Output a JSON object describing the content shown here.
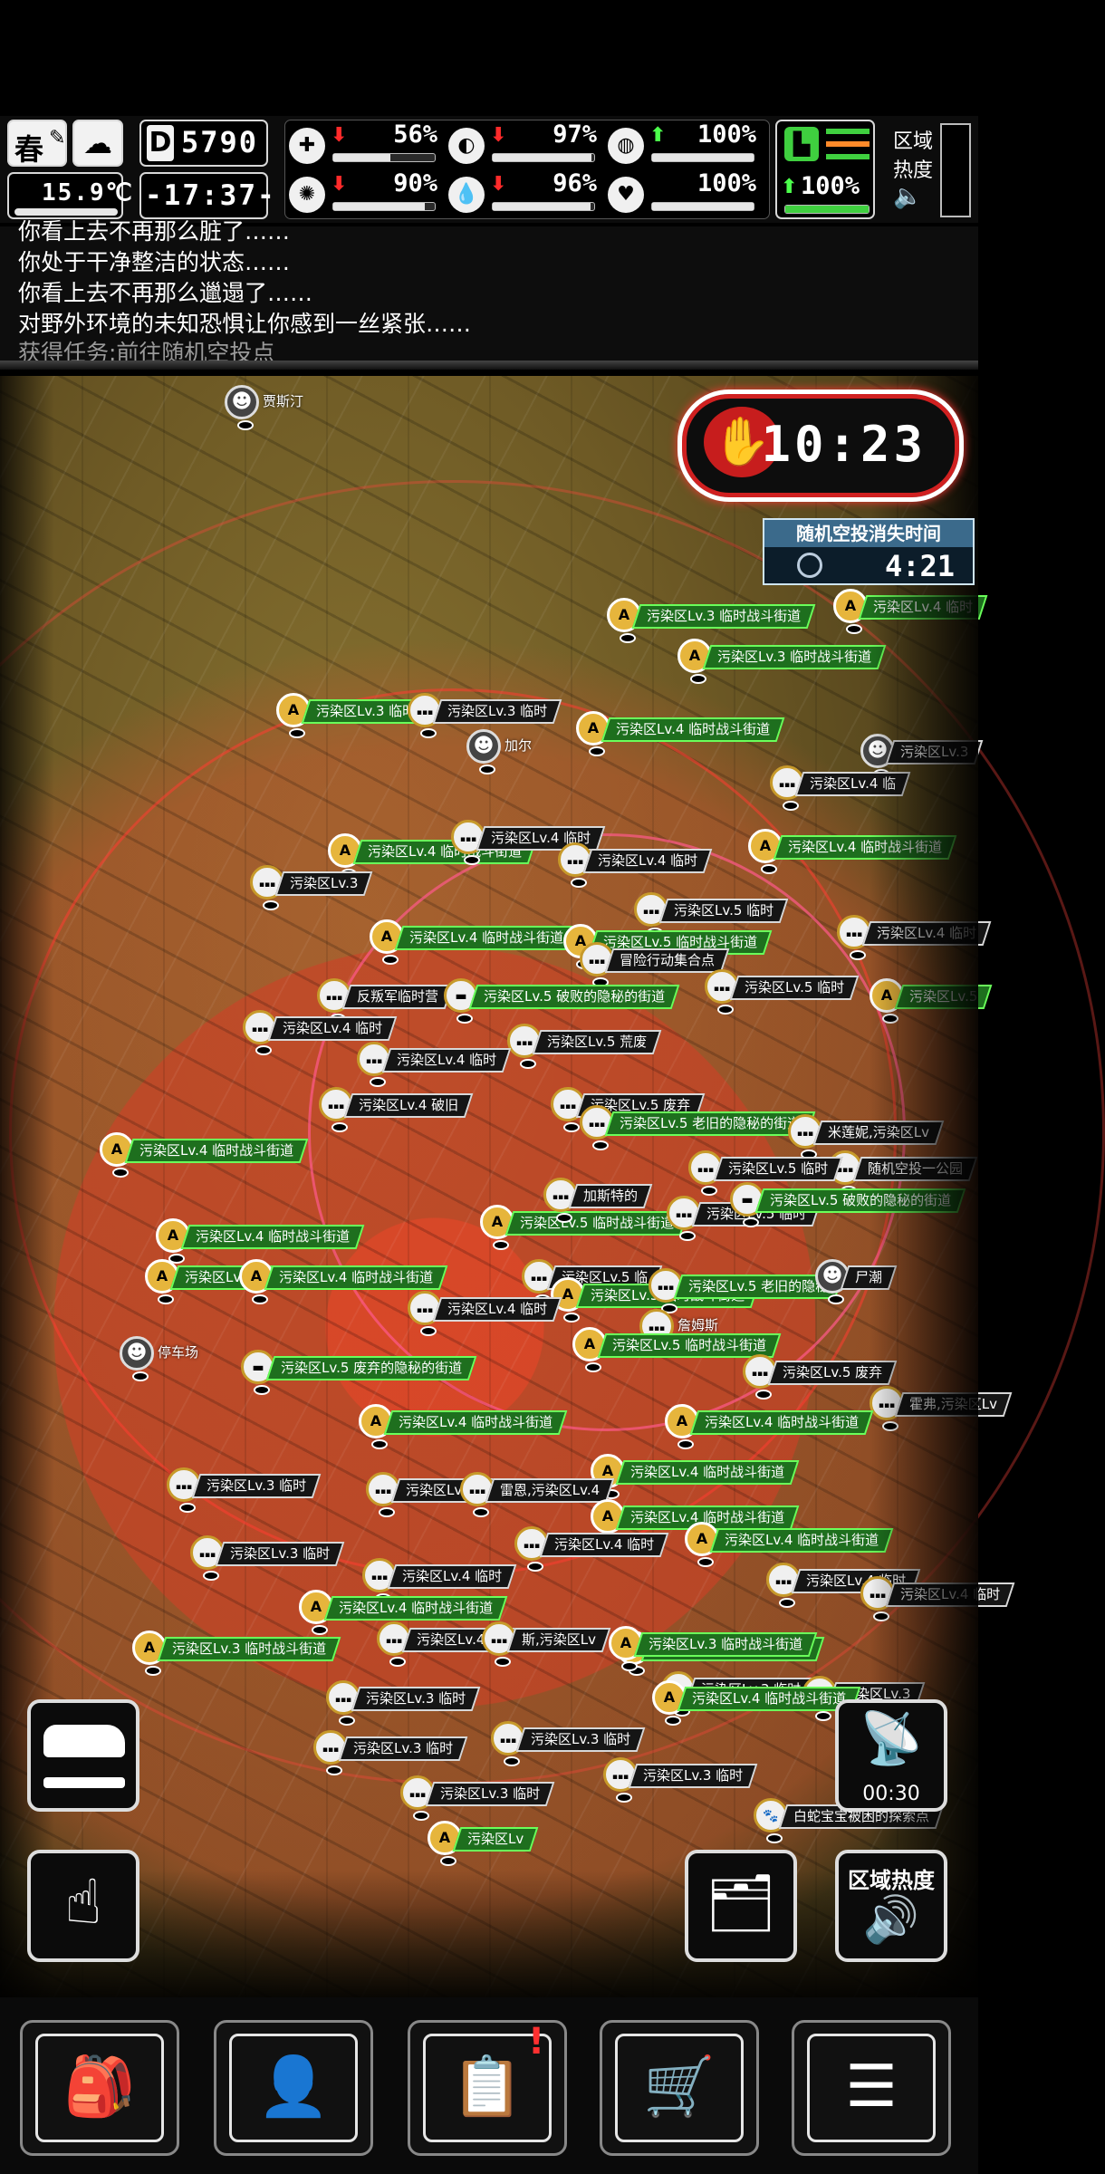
{
  "hud": {
    "season": "春",
    "season_icon": "feather-icon",
    "weather_icon": "rain-cloud-icon",
    "temperature": "15.9℃",
    "day_counter": "5790",
    "day_badge": "D",
    "clock": "-17:37-",
    "stats": [
      {
        "icon": "medkit-icon",
        "trend": "down",
        "value": "56%",
        "fill": 0.56
      },
      {
        "icon": "stomach-icon",
        "trend": "down",
        "value": "97%",
        "fill": 0.97
      },
      {
        "icon": "bladder-icon",
        "trend": "up",
        "value": "100%",
        "fill": 1.0
      },
      {
        "icon": "brain-icon",
        "trend": "down",
        "value": "90%",
        "fill": 0.9
      },
      {
        "icon": "water-drop-icon",
        "trend": "down",
        "value": "96%",
        "fill": 0.96
      },
      {
        "icon": "heart-icon",
        "trend": "none",
        "value": "100%",
        "fill": 1.0
      }
    ],
    "stamina": {
      "trend": "up",
      "value": "100%",
      "fill": 1.0
    },
    "region_heat": {
      "label_line1": "区域",
      "label_line2": "热度"
    }
  },
  "log": {
    "lines": [
      "你看上去不再那么脏了……",
      "你处于干净整洁的状态……",
      "你看上去不再那么邋遢了……",
      "对野外环境的未知恐惧让你感到一丝紧张……",
      "获得任务:前往随机空投点"
    ]
  },
  "timer": {
    "value": "10:23"
  },
  "airdrop": {
    "title": "随机空投消失时间",
    "time": "4:21"
  },
  "map_markers": [
    {
      "type": "char",
      "label": "贾斯汀",
      "style": "none"
    },
    {
      "type": "A",
      "label": "污染区Lv.3 临时战斗街道",
      "style": "green"
    },
    {
      "type": "A",
      "label": "污染区Lv.4 临时",
      "style": "green"
    },
    {
      "type": "A",
      "label": "污染区Lv.3 临时战斗街道",
      "style": "green"
    },
    {
      "type": "A",
      "label": "污染区Lv.3 临时",
      "style": "green"
    },
    {
      "type": "chat",
      "label": "污染区Lv.3 临时",
      "style": "dark"
    },
    {
      "type": "char",
      "label": "加尔",
      "style": "none"
    },
    {
      "type": "A",
      "label": "污染区Lv.4 临时战斗街道",
      "style": "green"
    },
    {
      "type": "char",
      "label": "污染区Lv.3",
      "style": "dark"
    },
    {
      "type": "chat",
      "label": "污染区Lv.4 临",
      "style": "dark"
    },
    {
      "type": "A",
      "label": "污染区Lv.4 临时战斗街道",
      "style": "green"
    },
    {
      "type": "chat",
      "label": "污染区Lv.4 临时",
      "style": "dark"
    },
    {
      "type": "chat",
      "label": "污染区Lv.4 临时",
      "style": "dark"
    },
    {
      "type": "A",
      "label": "污染区Lv.4 临时战斗街道",
      "style": "green"
    },
    {
      "type": "chat",
      "label": "污染区Lv.3",
      "style": "dark"
    },
    {
      "type": "chat",
      "label": "污染区Lv.5 临时",
      "style": "dark"
    },
    {
      "type": "A",
      "label": "污染区Lv.4 临时战斗街道",
      "style": "green"
    },
    {
      "type": "A",
      "label": "污染区Lv.5 临时战斗街道",
      "style": "green"
    },
    {
      "type": "chat",
      "label": "冒险行动集合点",
      "style": "dark"
    },
    {
      "type": "chat",
      "label": "污染区Lv.4 临时",
      "style": "dark"
    },
    {
      "type": "chat",
      "label": "反叛军临时营",
      "style": "dark"
    },
    {
      "type": "car",
      "label": "污染区Lv.5 破败的隐秘的街道",
      "style": "green"
    },
    {
      "type": "chat",
      "label": "污染区Lv.5 临时",
      "style": "dark"
    },
    {
      "type": "A",
      "label": "污染区Lv.5",
      "style": "green"
    },
    {
      "type": "chat",
      "label": "污染区Lv.4 临时",
      "style": "dark"
    },
    {
      "type": "chat",
      "label": "污染区Lv.5 荒废",
      "style": "dark"
    },
    {
      "type": "chat",
      "label": "污染区Lv.4 临时",
      "style": "dark"
    },
    {
      "type": "chat",
      "label": "污染区Lv.4 破旧",
      "style": "dark"
    },
    {
      "type": "chat",
      "label": "污染区Lv.5 废弃",
      "style": "dark"
    },
    {
      "type": "A",
      "label": "污染区Lv.4 临时战斗街道",
      "style": "green"
    },
    {
      "type": "chat",
      "label": "污染区Lv.5 老旧的隐秘的街道",
      "style": "green"
    },
    {
      "type": "chat",
      "label": "米莲妮,污染区Lv",
      "style": "dark"
    },
    {
      "type": "chat",
      "label": "随机空投一公园",
      "style": "dark"
    },
    {
      "type": "chat",
      "label": "污染区Lv.5 临时",
      "style": "dark"
    },
    {
      "type": "A",
      "label": "污染区Lv.4 临时战斗街道",
      "style": "green"
    },
    {
      "type": "A",
      "label": "污染区Lv.5 临时战斗街道",
      "style": "green"
    },
    {
      "type": "chat",
      "label": "加斯特的",
      "style": "dark"
    },
    {
      "type": "chat",
      "label": "污染区Lv.5 临时",
      "style": "dark"
    },
    {
      "type": "car",
      "label": "污染区Lv.5 破败的隐秘的街道",
      "style": "green"
    },
    {
      "type": "A",
      "label": "污染区Lv.4 临时战斗街道",
      "style": "green"
    },
    {
      "type": "A",
      "label": "污染区Lv.4 临时战斗街道",
      "style": "green"
    },
    {
      "type": "chat",
      "label": "污染区Lv.5 临",
      "style": "dark"
    },
    {
      "type": "A",
      "label": "污染区Lv.5 临时战斗街道",
      "style": "green"
    },
    {
      "type": "chat",
      "label": "污染区Lv.5 老旧的隐秘",
      "style": "green"
    },
    {
      "type": "char",
      "label": "尸潮",
      "style": "dark"
    },
    {
      "type": "chat",
      "label": "污染区Lv.4 临时",
      "style": "dark"
    },
    {
      "type": "char",
      "label": "停车场",
      "style": "none"
    },
    {
      "type": "car",
      "label": "污染区Lv.5 废弃的隐秘的街道",
      "style": "green"
    },
    {
      "type": "chat",
      "label": "詹姆斯",
      "style": "none"
    },
    {
      "type": "A",
      "label": "污染区Lv.5 临时战斗街道",
      "style": "green"
    },
    {
      "type": "chat",
      "label": "污染区Lv.5 废弃",
      "style": "dark"
    },
    {
      "type": "chat",
      "label": "霍弗,污染区Lv",
      "style": "dark"
    },
    {
      "type": "A",
      "label": "污染区Lv.4 临时战斗街道",
      "style": "green"
    },
    {
      "type": "A",
      "label": "污染区Lv.4 临时战斗街道",
      "style": "green"
    },
    {
      "type": "A",
      "label": "污染区Lv.4 临时战斗街道",
      "style": "green"
    },
    {
      "type": "chat",
      "label": "污染区Lv.3 临时",
      "style": "dark"
    },
    {
      "type": "chat",
      "label": "污染区Lv.4 临时",
      "style": "dark"
    },
    {
      "type": "chat",
      "label": "雷恩,污染区Lv.4",
      "style": "dark"
    },
    {
      "type": "A",
      "label": "污染区Lv.4 临时战斗街道",
      "style": "green"
    },
    {
      "type": "chat",
      "label": "污染区Lv.3 临时",
      "style": "dark"
    },
    {
      "type": "chat",
      "label": "污染区Lv.4 临时",
      "style": "dark"
    },
    {
      "type": "chat",
      "label": "污染区Lv.4 临时",
      "style": "dark"
    },
    {
      "type": "A",
      "label": "污染区Lv.4 临时战斗街道",
      "style": "green"
    },
    {
      "type": "A",
      "label": "污染区Lv.4 临时战斗街道",
      "style": "green"
    },
    {
      "type": "chat",
      "label": "污染区Lv.4 临时",
      "style": "dark"
    },
    {
      "type": "chat",
      "label": "污染区Lv.4 临时",
      "style": "dark"
    },
    {
      "type": "A",
      "label": "污染区Lv.3 临时战斗街道",
      "style": "green"
    },
    {
      "type": "chat",
      "label": "污染区Lv.4 临时",
      "style": "dark"
    },
    {
      "type": "chat",
      "label": "斯,污染区Lv",
      "style": "dark"
    },
    {
      "type": "A",
      "label": "污染区Lv.4 临时战斗街道",
      "style": "green"
    },
    {
      "type": "chat",
      "label": "污染区Lv.3 临时",
      "style": "dark"
    },
    {
      "type": "chat",
      "label": "污染区Lv.3 临时",
      "style": "dark"
    },
    {
      "type": "chat",
      "label": "污染区Lv.3",
      "style": "dark"
    },
    {
      "type": "A",
      "label": "污染区Lv.3 临时战斗街道",
      "style": "green"
    },
    {
      "type": "chat",
      "label": "污染区Lv.3 临时",
      "style": "dark"
    },
    {
      "type": "chat",
      "label": "污染区Lv.3 临时",
      "style": "dark"
    },
    {
      "type": "chat",
      "label": "污染区Lv.3 临时",
      "style": "dark"
    },
    {
      "type": "A",
      "label": "污染区Lv.4 临时战斗街道",
      "style": "green"
    },
    {
      "type": "chat",
      "label": "污染区Lv.3 临时",
      "style": "dark"
    },
    {
      "type": "A",
      "label": "污染区Lv",
      "style": "green"
    },
    {
      "type": "paw",
      "label": "白蛇宝宝被困的探索点",
      "style": "dark"
    }
  ],
  "map_buttons": {
    "vehicle": {
      "icon": "car-icon"
    },
    "interact": {
      "icon": "tap-hand-icon"
    },
    "radar": {
      "icon": "satellite-dish-icon",
      "time": "00:30"
    },
    "files": {
      "icon": "folder-search-icon"
    },
    "heat": {
      "label": "区域热度",
      "icon": "speaker-icon"
    }
  },
  "nav": [
    {
      "name": "backpack",
      "icon": "backpack-icon"
    },
    {
      "name": "skills",
      "icon": "brain-head-icon"
    },
    {
      "name": "tasks",
      "icon": "notebook-icon",
      "badge": "!"
    },
    {
      "name": "shop",
      "icon": "cart-icon"
    },
    {
      "name": "menu",
      "icon": "menu-icon"
    }
  ]
}
